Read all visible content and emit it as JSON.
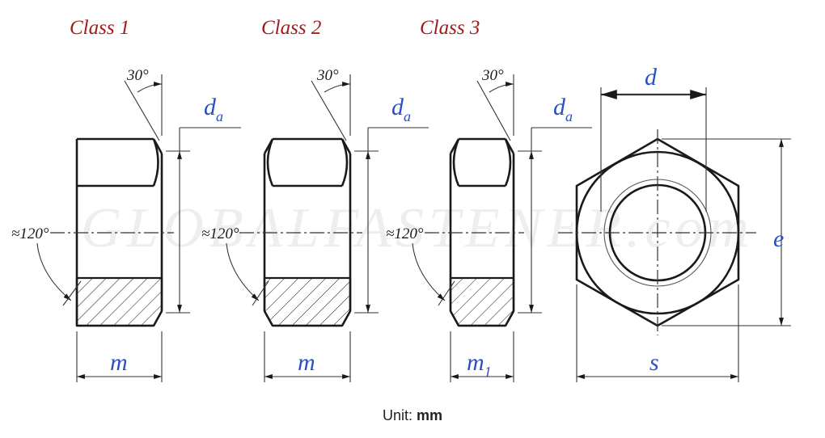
{
  "titles": {
    "class1": "Class 1",
    "class2": "Class 2",
    "class3": "Class 3"
  },
  "labels": {
    "chamfer_angle": "30°",
    "bearing_angle": "≈120°",
    "bearing_diameter": "d",
    "bearing_diameter_sub": "a",
    "height": "m",
    "height_class3": "m",
    "height_class3_sub": "1",
    "thread_diameter": "d",
    "across_corners": "e",
    "across_flats": "s"
  },
  "watermark": "GLOBALFASTENER.com",
  "unit": {
    "prefix": "Unit: ",
    "value": "mm"
  },
  "colors": {
    "title": "#a01c1c",
    "dimension_label": "#2a50c8",
    "line": "#1a1a1a",
    "thin_line": "#333333",
    "watermark": "#eeeeee"
  }
}
